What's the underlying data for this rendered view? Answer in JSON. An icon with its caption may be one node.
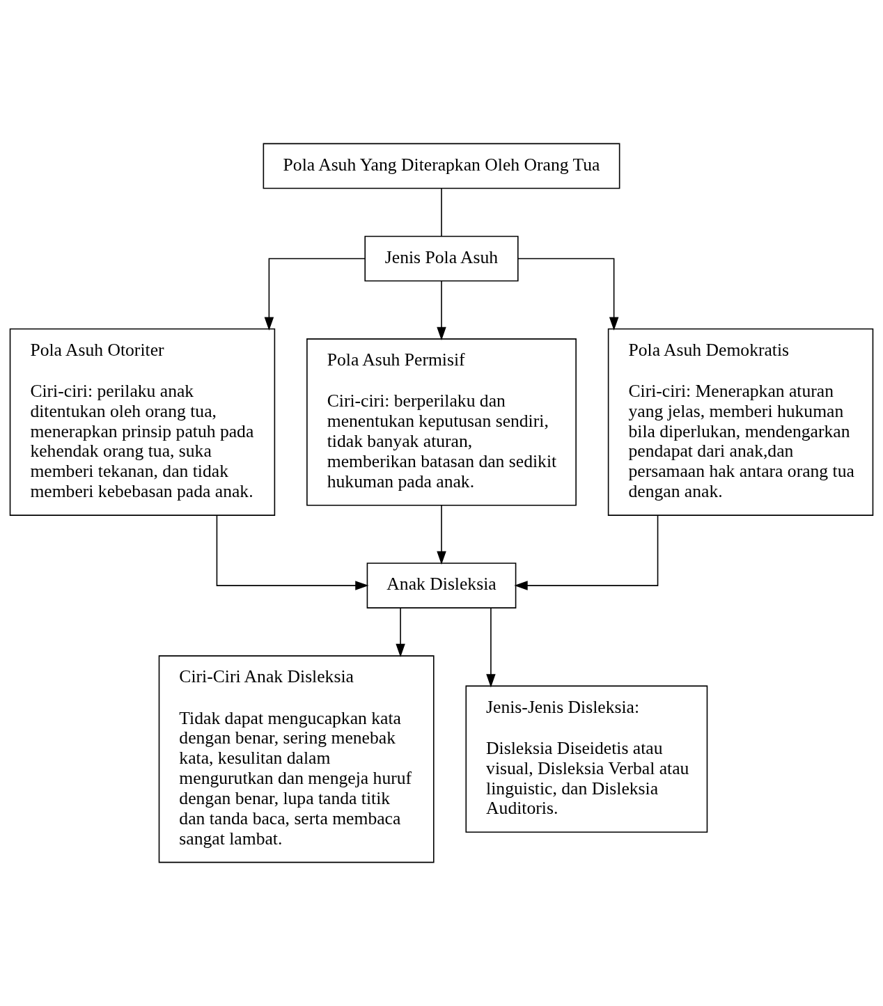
{
  "diagram": {
    "nodes": [
      {
        "text": [
          "Pola Asuh Yang Diterapkan Oleh Orang Tua"
        ]
      },
      {
        "text": [
          "Jenis Pola Asuh"
        ]
      },
      {
        "text": [
          "Pola Asuh Otoriter",
          "Ciri-ciri: perilaku anak ditentukan oleh orang tua, menerapkan prinsip patuh pada kehendak orang tua, suka memberi tekanan, dan tidak memberi kebebasan pada anak."
        ]
      },
      {
        "text": [
          "Pola Asuh Permisif",
          "Ciri-ciri: berperilaku dan menentukan keputusan sendiri, tidak banyak aturan, memberikan batasan dan sedikit hukuman pada anak."
        ]
      },
      {
        "text": [
          "Pola Asuh Demokratis",
          "Ciri-ciri: Menerapkan aturan yang jelas, memberi hukuman bila diperlukan, mendengarkan pendapat dari anak,dan persamaan hak antara orang tua dengan anak."
        ]
      },
      {
        "text": [
          "Anak Disleksia"
        ]
      },
      {
        "text": [
          "Ciri-Ciri Anak Disleksia",
          "Tidak dapat mengucapkan kata dengan benar, sering menebak kata, kesulitan dalam mengurutkan dan mengeja huruf dengan benar, lupa tanda titik dan tanda baca, serta membaca sangat lambat."
        ]
      },
      {
        "text": [
          "Jenis-Jenis Disleksia:",
          "Disleksia Diseidetis atau visual, Disleksia Verbal atau linguistic, dan Disleksia Auditoris."
        ]
      }
    ],
    "edges": [
      {
        "from": 0,
        "to": 1,
        "arrow": "none"
      },
      {
        "from": 1,
        "to": 2,
        "arrow": "to"
      },
      {
        "from": 1,
        "to": 3,
        "arrow": "to"
      },
      {
        "from": 1,
        "to": 4,
        "arrow": "to"
      },
      {
        "from": 2,
        "to": 5,
        "arrow": "to"
      },
      {
        "from": 3,
        "to": 5,
        "arrow": "to"
      },
      {
        "from": 4,
        "to": 5,
        "arrow": "to"
      },
      {
        "from": 5,
        "to": 6,
        "arrow": "to"
      },
      {
        "from": 5,
        "to": 7,
        "arrow": "to"
      }
    ]
  }
}
